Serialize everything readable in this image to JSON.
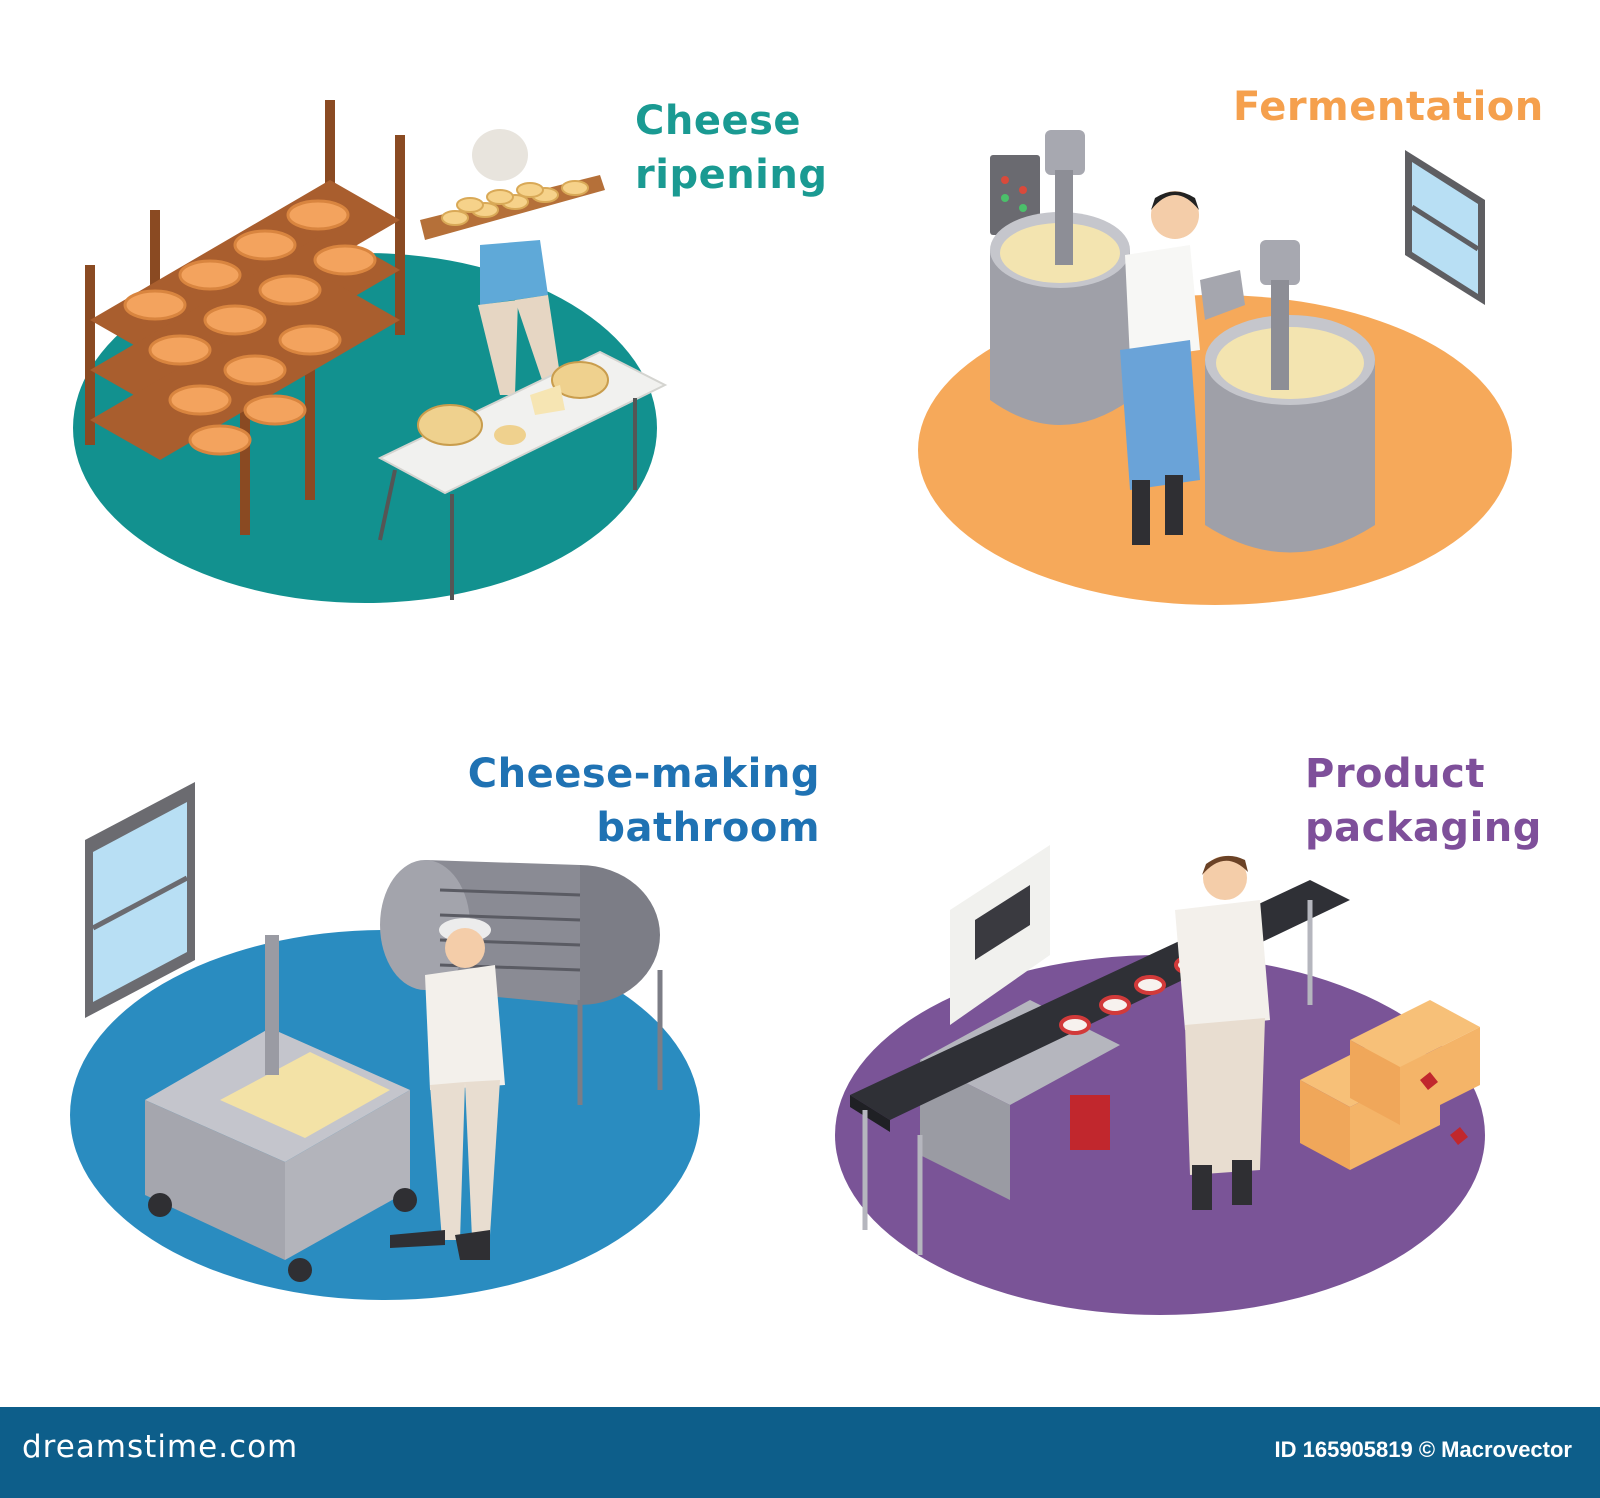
{
  "panels": [
    {
      "id": "cheese-ripening",
      "title_lines": [
        "Cheese",
        "ripening"
      ],
      "color": "#1a9a92",
      "floor_color": "#12918f"
    },
    {
      "id": "fermentation",
      "title_lines": [
        "Fermentation"
      ],
      "color": "#f5a04d",
      "floor_color": "#f6a95a"
    },
    {
      "id": "cheese-making-bathroom",
      "title_lines": [
        "Cheese-making",
        "bathroom"
      ],
      "color": "#1f72b3",
      "floor_color": "#2a8cc0"
    },
    {
      "id": "product-packaging",
      "title_lines": [
        "Product",
        "packaging"
      ],
      "color": "#7e4f9a",
      "floor_color": "#7a5497"
    }
  ],
  "footer": {
    "site": "dreamstime.com",
    "credit": "ID 165905819 © Macrovector",
    "background": "#0d5e8a"
  }
}
